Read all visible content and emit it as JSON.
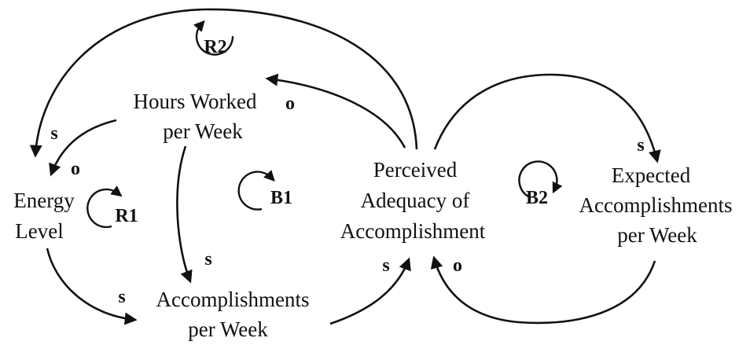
{
  "variables": {
    "hours_worked": [
      "Hours Worked",
      "per Week"
    ],
    "energy_level": [
      "Energy",
      "Level"
    ],
    "accomplishments": [
      "Accomplishments",
      "per Week"
    ],
    "perceived_adequacy": [
      "Perceived",
      "Adequacy of",
      "Accomplishment"
    ],
    "expected_accomplishments": [
      "Expected",
      "Accomplishments",
      "per Week"
    ]
  },
  "loops": {
    "r2": "R2",
    "r1": "R1",
    "b1": "B1",
    "b2": "B2"
  },
  "polarities": {
    "adequacy_to_hours": "o",
    "r2_to_energy": "s",
    "hours_to_energy": "o",
    "hours_to_accomplishments": "s",
    "energy_to_accomplishments": "s",
    "accomplishments_to_adequacy": "s",
    "adequacy_to_expected": "s",
    "expected_to_adequacy": "o"
  }
}
